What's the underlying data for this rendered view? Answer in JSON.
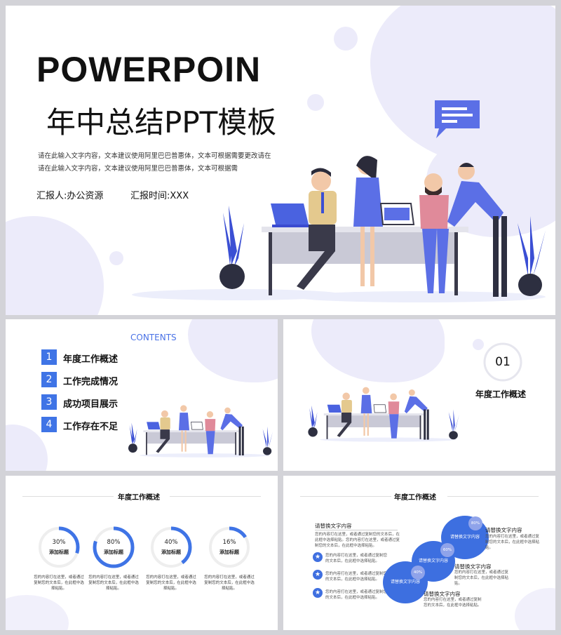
{
  "slide1": {
    "title_en": "POWERPOIN",
    "title_cn": "年中总结PPT模板",
    "body_lines": [
      "请在此输入文字内容，文本建议使用阿里巴巴普惠体，文本可根据需要更改请在",
      "请在此输入文字内容，文本建议使用阿里巴巴普惠体，文本可根据需"
    ],
    "reporter": "汇报人:办公资源",
    "report_time": "汇报时间:XXX"
  },
  "slide2": {
    "heading": "CONTENTS",
    "items": [
      {
        "num": "1",
        "label": "年度工作概述"
      },
      {
        "num": "2",
        "label": "工作完成情况"
      },
      {
        "num": "3",
        "label": "成功项目展示"
      },
      {
        "num": "4",
        "label": "工作存在不足"
      }
    ]
  },
  "slide3": {
    "number": "01",
    "title": "年度工作概述"
  },
  "slide4": {
    "title": "年度工作概述",
    "rings": [
      {
        "pct": "30%",
        "value": 0.3,
        "label": "添加标题",
        "desc": "您的内容打在这里，或者通过复制您的文本后，在此框中选择粘贴。"
      },
      {
        "pct": "80%",
        "value": 0.8,
        "label": "添加标题",
        "desc": "您的内容打在这里，或者通过复制您的文本后，在此框中选择粘贴。"
      },
      {
        "pct": "40%",
        "value": 0.4,
        "label": "添加标题",
        "desc": "您的内容打在这里，或者通过复制您的文本后，在此框中选择粘贴。"
      },
      {
        "pct": "16%",
        "value": 0.16,
        "label": "添加标题",
        "desc": "您的内容打在这里，或者通过复制您的文本后，在此框中选择粘贴。"
      }
    ]
  },
  "slide5": {
    "title": "年度工作概述",
    "left_heading": "请替换文字内容",
    "left_intro": "您的内容打在这里，或者通过复制您的文本后，在此框中选择粘贴。您的内容打在这里，或者通过复制您的文本后，在此框中选择粘贴。",
    "left_points": [
      "您的内容打在这里，或者通过复制您的文本后，在此框中选择粘贴。",
      "您的内容打在这里，或者通过复制您的文本后，在此框中选择粘贴。",
      "您的内容打在这里，或者通过复制您的文本后，在此框中选择粘贴。"
    ],
    "bubbles": [
      {
        "label": "请替换文字内容",
        "pct": "80%"
      },
      {
        "label": "请替换文字内容",
        "pct": "60%"
      },
      {
        "label": "请替换文字内容",
        "pct": "40%"
      }
    ],
    "right_items": [
      {
        "head": "请替换文字内容",
        "body": "您的内容打在这里，或者通过复制您的文本后，在此框中选择粘贴。"
      },
      {
        "head": "请替换文字内容",
        "body": "您的内容打在这里，或者通过复制您的文本后，在此框中选择粘贴。"
      },
      {
        "head": "请替换文字内容",
        "body": "您的内容打在这里，或者通过复制您的文本后，在此框中选择粘贴。"
      }
    ]
  },
  "colors": {
    "accent": "#4a72e6",
    "blob": "#ecebfa",
    "figure_blue": "#5b6fe6"
  }
}
